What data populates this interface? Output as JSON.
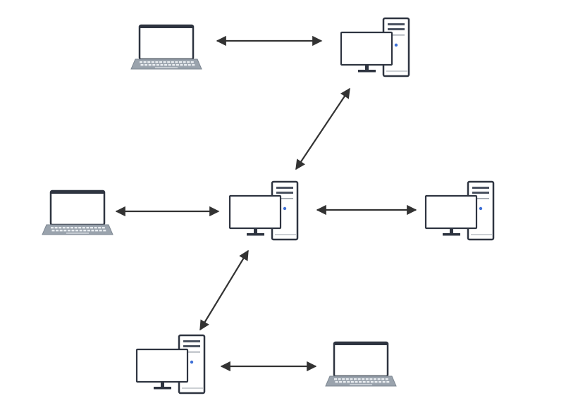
{
  "diagram": {
    "background": "#ffffff",
    "colors": {
      "outline": "#2e3440",
      "screen_fill": "#ffffff",
      "tower_fill": "#ffffff",
      "tower_slot": "#4a5260",
      "power_led": "#3d6fd6",
      "laptop_base": "#9aa3ad",
      "laptop_keys": "#e9edf1",
      "arrow": "#333333"
    },
    "nodes": [
      {
        "id": "laptop-top-left",
        "kind": "laptop",
        "icon": "laptop-icon"
      },
      {
        "id": "desktop-top-right",
        "kind": "desktop",
        "icon": "desktop-computer-icon"
      },
      {
        "id": "laptop-middle-left",
        "kind": "laptop",
        "icon": "laptop-icon"
      },
      {
        "id": "desktop-center",
        "kind": "desktop",
        "icon": "desktop-computer-icon"
      },
      {
        "id": "desktop-middle-right",
        "kind": "desktop",
        "icon": "desktop-computer-icon"
      },
      {
        "id": "desktop-bottom-left",
        "kind": "desktop",
        "icon": "desktop-computer-icon"
      },
      {
        "id": "laptop-bottom-right",
        "kind": "laptop",
        "icon": "laptop-icon"
      }
    ],
    "links": [
      {
        "from": "laptop-top-left",
        "to": "desktop-top-right",
        "direction": "both"
      },
      {
        "from": "desktop-top-right",
        "to": "desktop-center",
        "direction": "both"
      },
      {
        "from": "laptop-middle-left",
        "to": "desktop-center",
        "direction": "both"
      },
      {
        "from": "desktop-center",
        "to": "desktop-middle-right",
        "direction": "both"
      },
      {
        "from": "desktop-center",
        "to": "desktop-bottom-left",
        "direction": "both"
      },
      {
        "from": "desktop-bottom-left",
        "to": "laptop-bottom-right",
        "direction": "both"
      }
    ]
  }
}
